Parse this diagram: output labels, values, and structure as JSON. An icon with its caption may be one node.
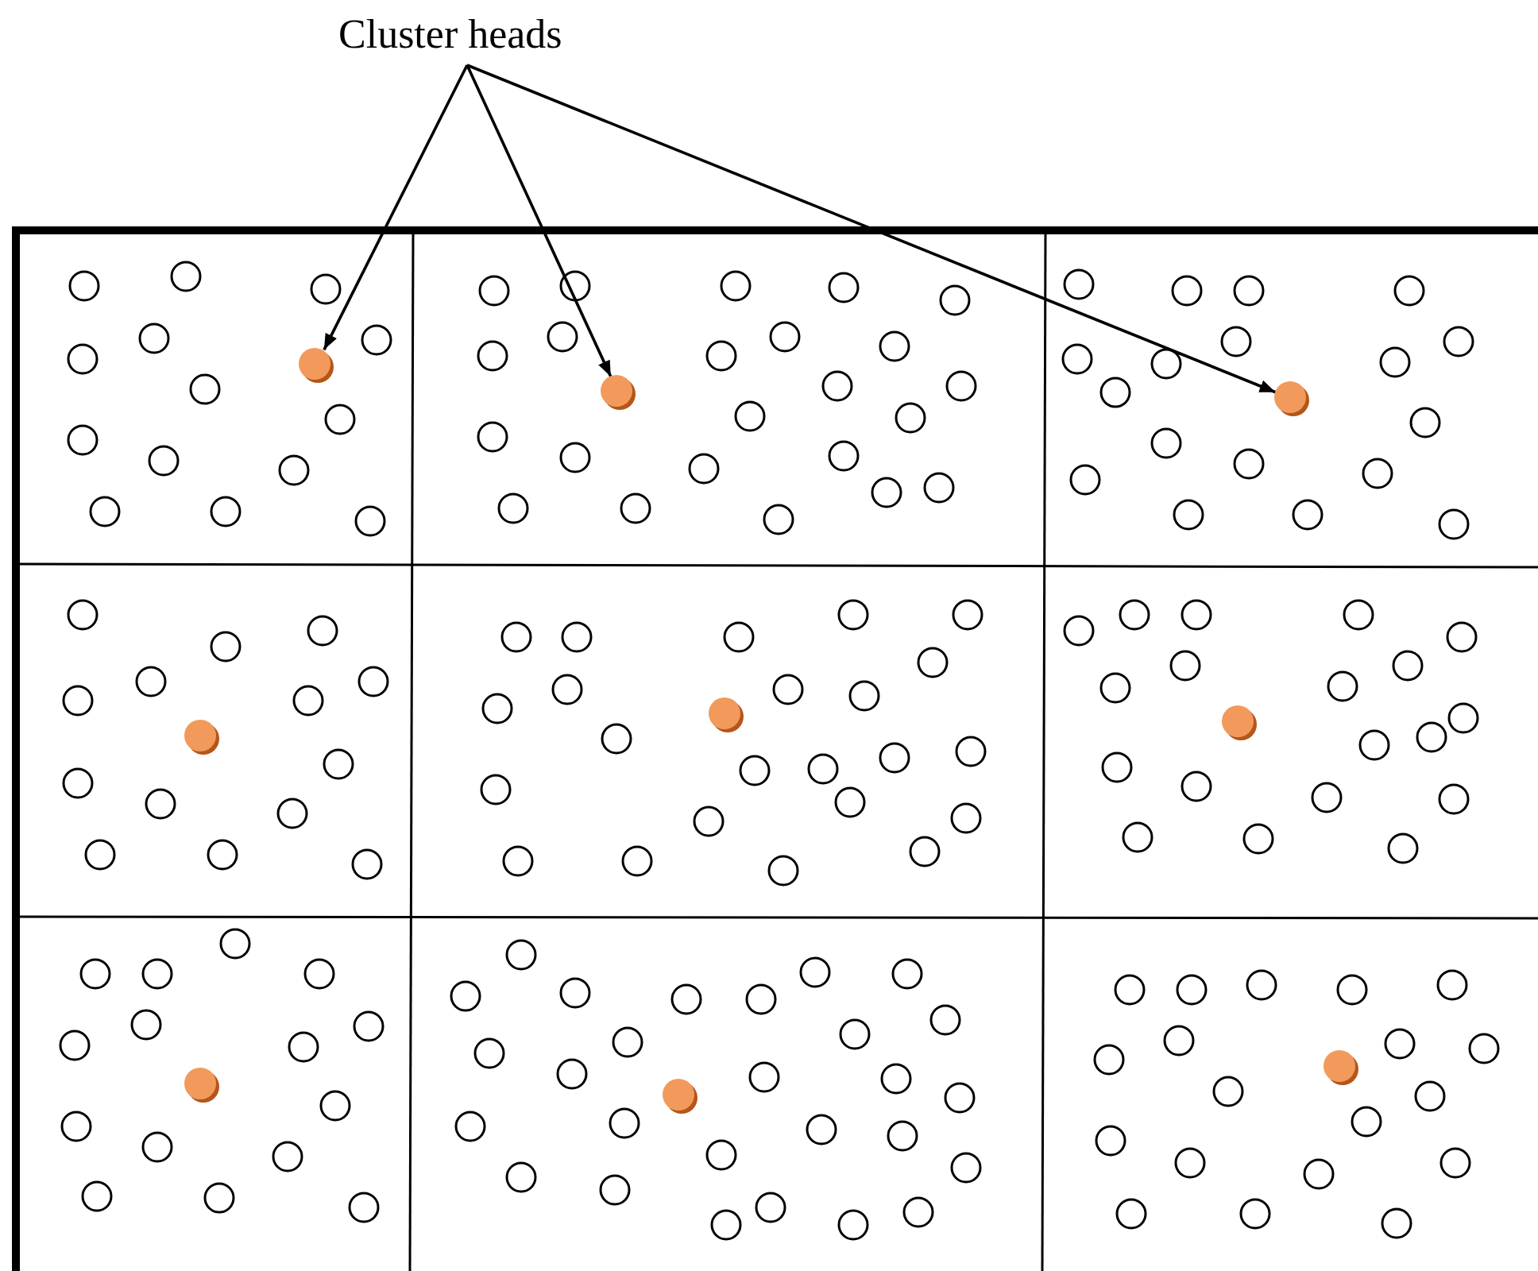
{
  "diagram": {
    "nodes": [
      {
        "text": [
          "Cluster heads"
        ]
      },
      {
        "text": [],
        "shape": "circle"
      },
      {
        "text": [],
        "shape": "circle"
      },
      {
        "text": [],
        "shape": "circle"
      },
      {
        "text": [],
        "shape": "circle"
      },
      {
        "text": [],
        "shape": "circle"
      },
      {
        "text": [],
        "shape": "circle"
      },
      {
        "text": [],
        "shape": "circle"
      },
      {
        "text": [],
        "shape": "circle"
      },
      {
        "text": [],
        "shape": "circle"
      }
    ],
    "edges": [
      {
        "from": 0,
        "to": 1,
        "arrow": "to"
      },
      {
        "from": 0,
        "to": 2,
        "arrow": "to"
      },
      {
        "from": 0,
        "to": 3,
        "arrow": "to"
      }
    ]
  }
}
